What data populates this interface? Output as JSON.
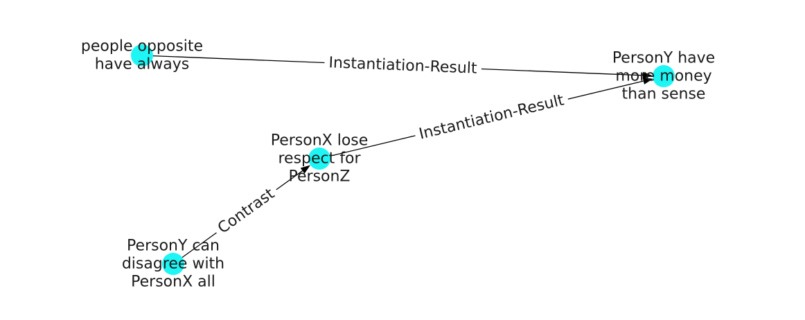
{
  "graph": {
    "node_color": "#1ef5f5",
    "edge_color": "#000000",
    "label_color": "#1a1a1a",
    "nodes": [
      {
        "id": "n1",
        "lines": [
          "people opposite",
          "have always"
        ]
      },
      {
        "id": "n2",
        "lines": [
          "PersonY have",
          "more money",
          "than sense"
        ]
      },
      {
        "id": "n3",
        "lines": [
          "PersonX lose",
          "respect for",
          "PersonZ"
        ]
      },
      {
        "id": "n4",
        "lines": [
          "PersonY can",
          "disagree with",
          "PersonX all"
        ]
      }
    ],
    "edges": [
      {
        "source": "n1",
        "target": "n2",
        "label": "Instantiation-Result"
      },
      {
        "source": "n3",
        "target": "n2",
        "label": "Instantiation-Result"
      },
      {
        "source": "n4",
        "target": "n3",
        "label": "Contrast"
      }
    ]
  }
}
